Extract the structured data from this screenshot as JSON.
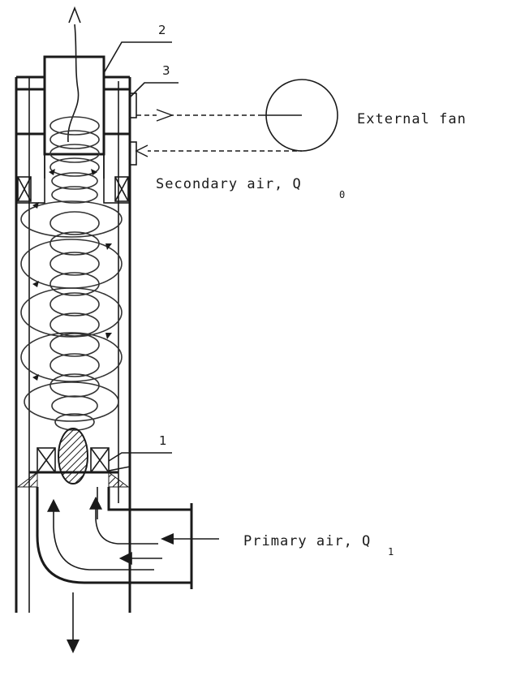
{
  "labels": {
    "external_fan": "External fan",
    "secondary_air": "Secondary air, Q",
    "secondary_air_sub": "0",
    "primary_air": "Primary air, Q",
    "primary_air_sub": "1"
  },
  "callouts": {
    "one": "1",
    "two": "2",
    "three": "3"
  },
  "colors": {
    "ink": "#1a1a1a",
    "background": "#ffffff"
  }
}
